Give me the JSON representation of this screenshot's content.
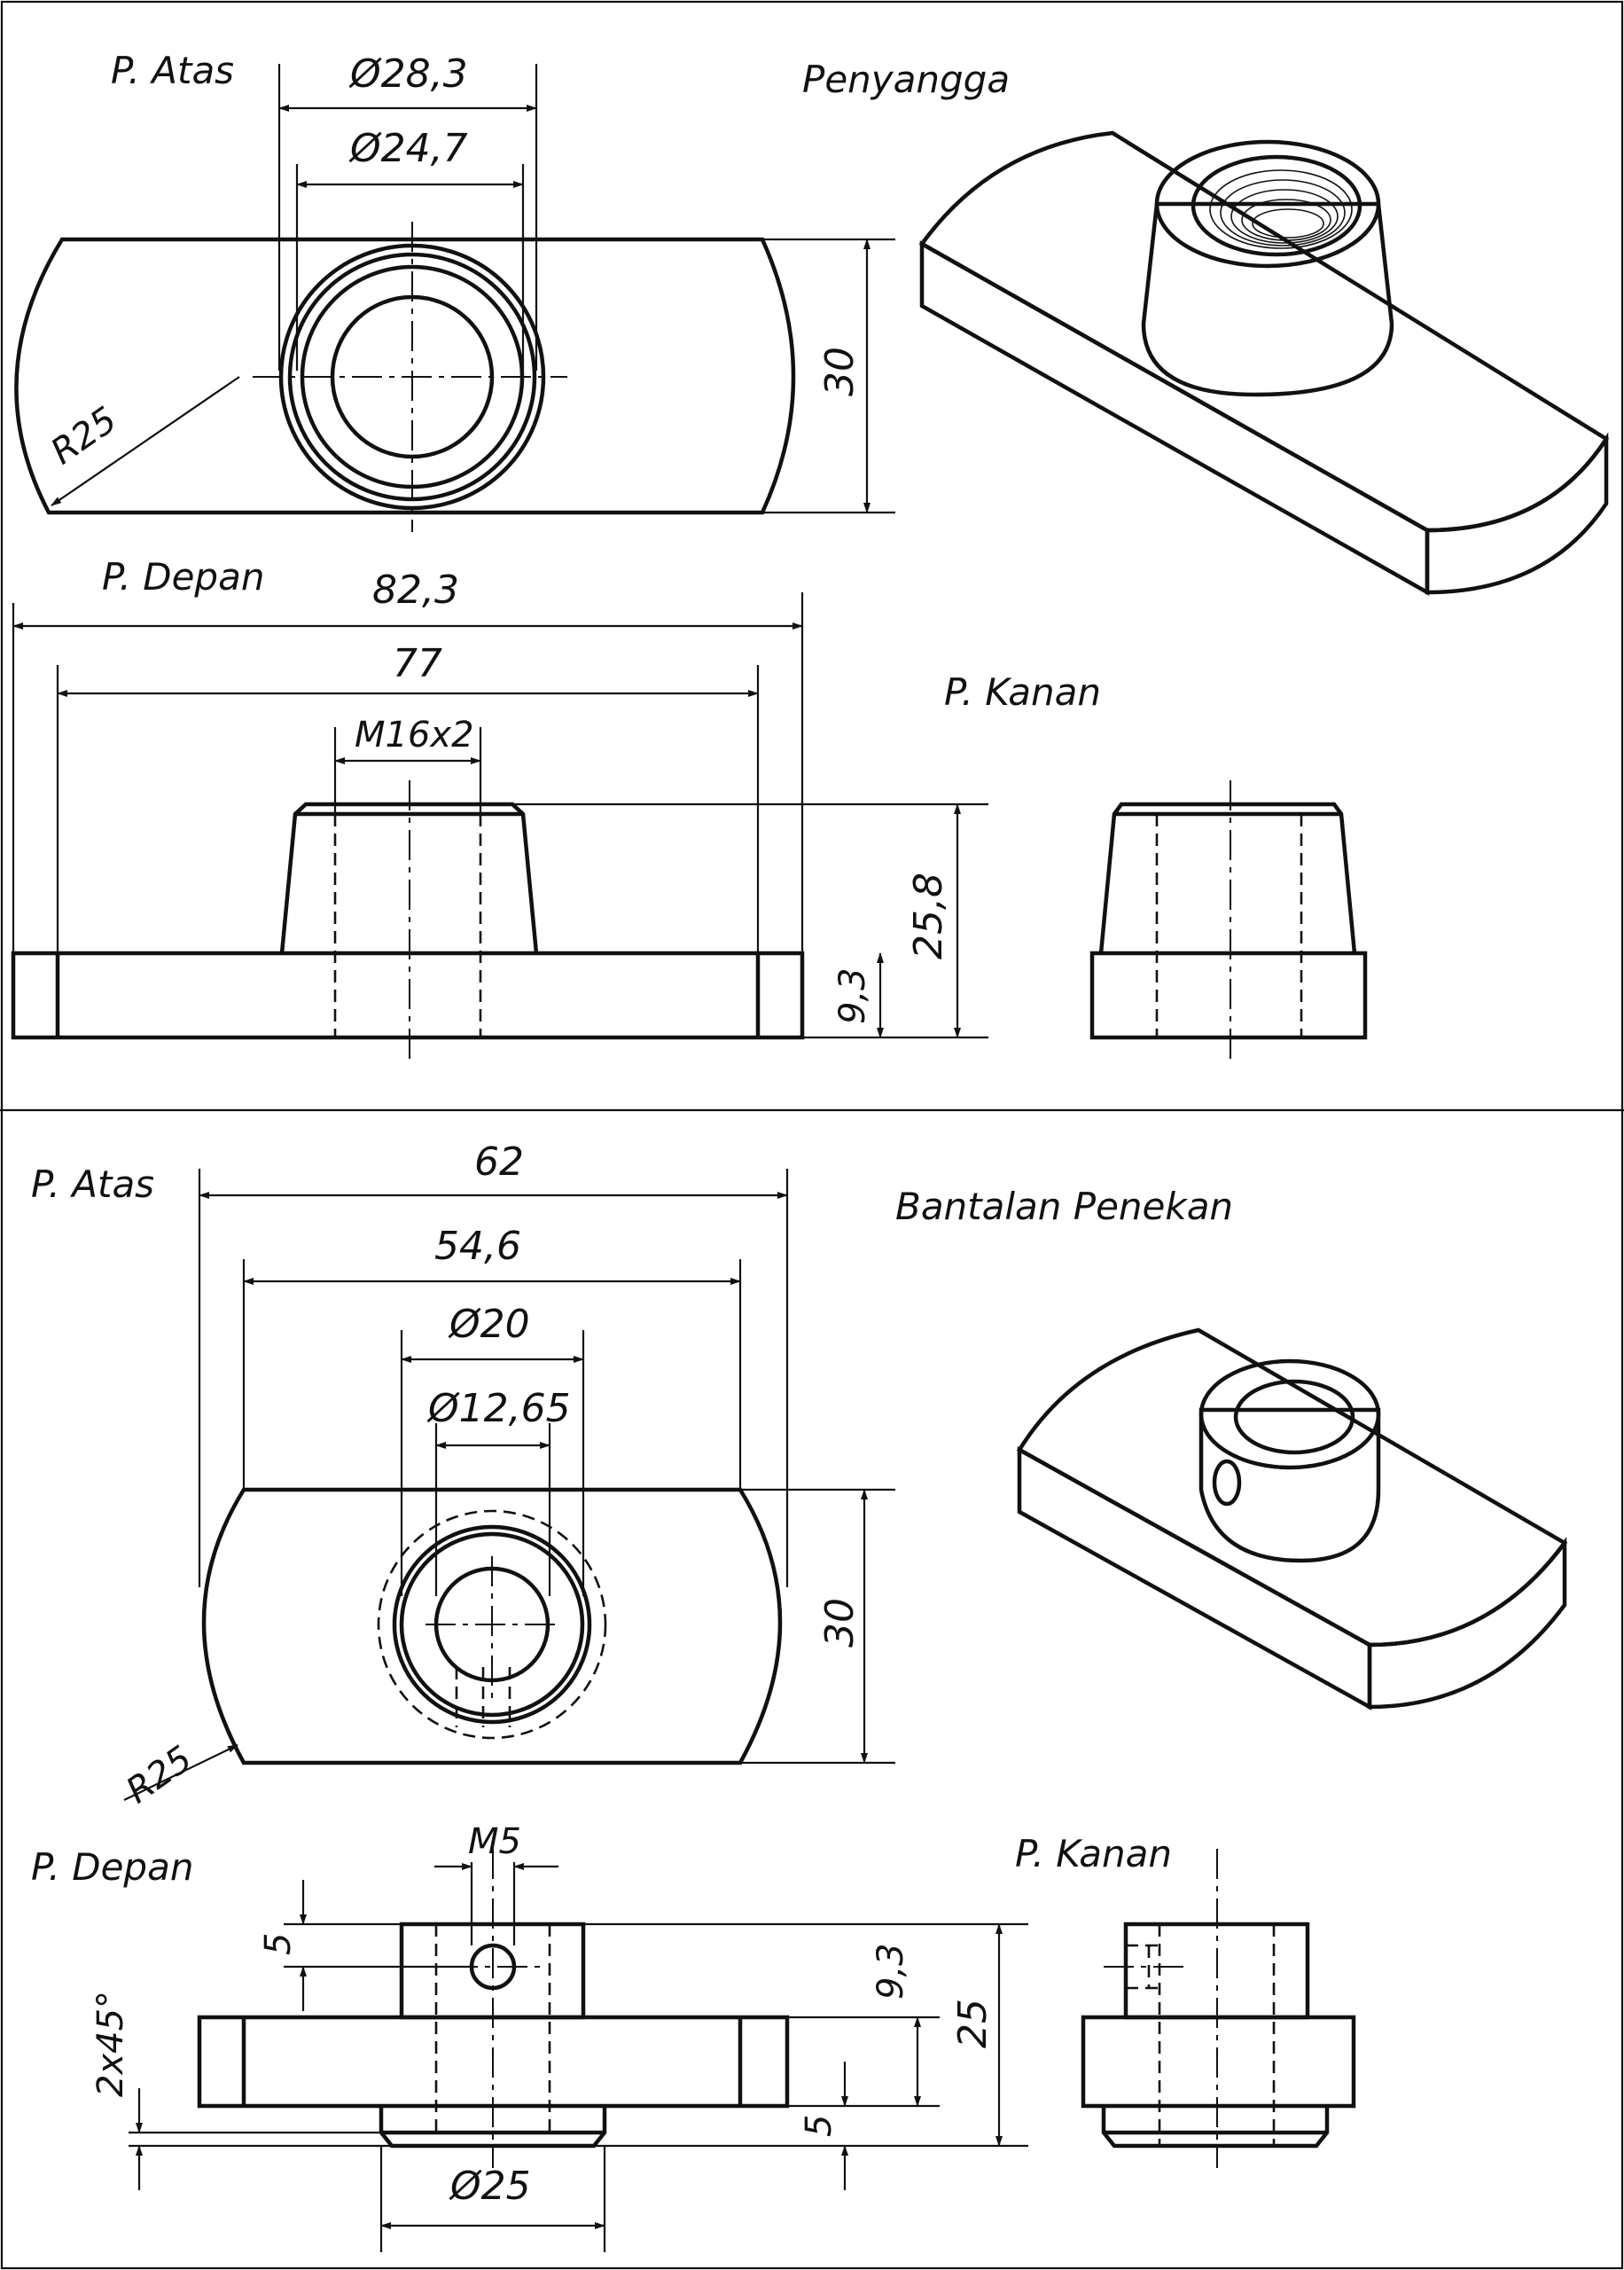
{
  "sheet1": {
    "title": "Penyangga",
    "views": {
      "top": "P. Atas",
      "front": "P. Depan",
      "right": "P. Kanan"
    },
    "dims": {
      "outer_dia": "Ø28,3",
      "inner_dia": "Ø24,7",
      "radius": "R25",
      "height_top": "30",
      "overall_len": "82,3",
      "inner_len": "77",
      "thread": "M16x2",
      "total_h": "25,8",
      "base_h": "9,3"
    }
  },
  "sheet2": {
    "title": "Bantalan Penekan",
    "views": {
      "top": "P. Atas",
      "front": "P. Depan",
      "right": "P. Kanan"
    },
    "dims": {
      "overall_len": "62",
      "inner_len": "54,6",
      "dia_20": "Ø20",
      "dia_1265": "Ø12,65",
      "height_top": "30",
      "radius": "R25",
      "thread": "M5",
      "hole_offset": "5",
      "chamfer": "2x45°",
      "base_h": "9,3",
      "total_h": "25",
      "bottom_h": "5",
      "dia_25": "Ø25"
    }
  },
  "colors": {
    "line": "#111111",
    "face_top": "#8c8c8c",
    "face_side": "#5a5a5a",
    "face_dark": "#3f3f3f"
  }
}
